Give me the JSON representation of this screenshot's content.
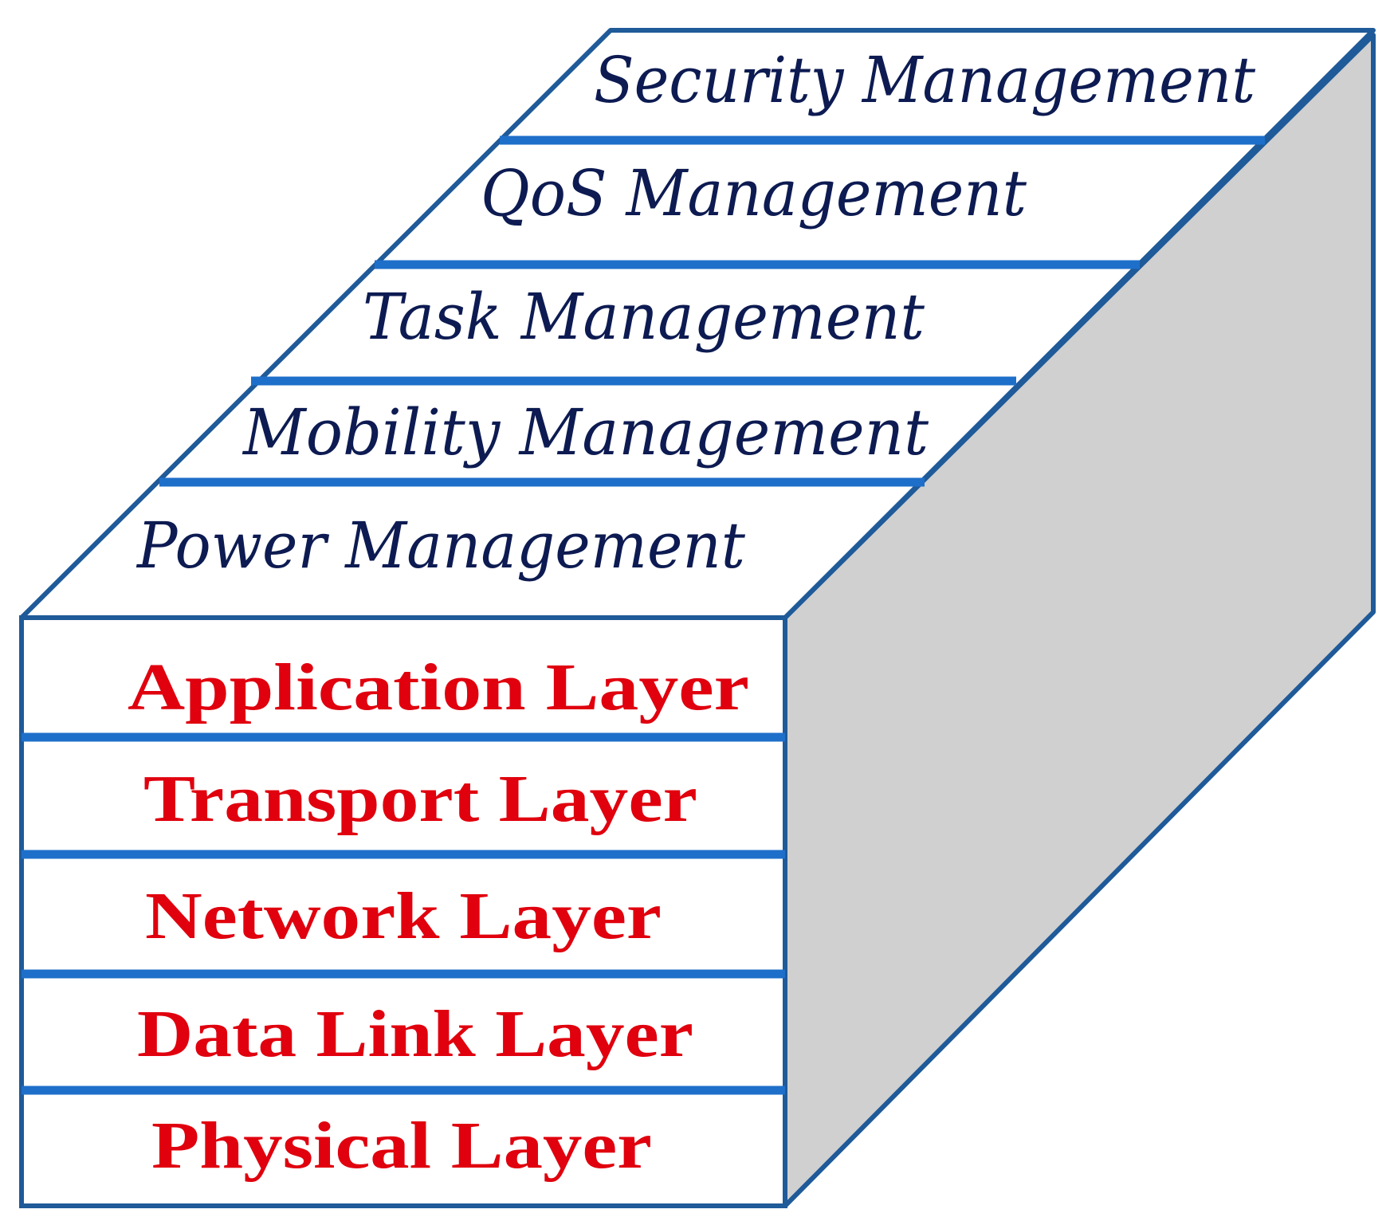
{
  "colors": {
    "outline": "#1f5a99",
    "divider": "#1e6fc9",
    "side_face": "#d0d0d0",
    "management_text": "#0d1b52",
    "layer_text": "#e0000e",
    "background": "#ffffff"
  },
  "management_planes": [
    {
      "label": "Security Management"
    },
    {
      "label": "QoS Management"
    },
    {
      "label": "Task Management"
    },
    {
      "label": "Mobility Management"
    },
    {
      "label": "Power Management"
    }
  ],
  "protocol_layers": [
    {
      "label": "Application Layer"
    },
    {
      "label": "Transport Layer"
    },
    {
      "label": "Network Layer"
    },
    {
      "label": "Data Link Layer"
    },
    {
      "label": "Physical Layer"
    }
  ]
}
